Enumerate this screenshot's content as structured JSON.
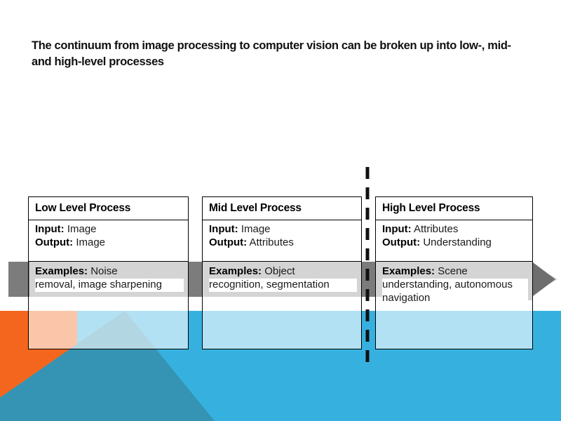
{
  "slide": {
    "title": "The continuum from image processing to computer vision can be broken up into low-, mid- and high-level processes"
  },
  "colors": {
    "orange": "#F4661E",
    "blue": "#36B1DF",
    "teal": "#3594B3",
    "arrow_light": "#D4D4D4",
    "arrow_dark": "#7C7C7C",
    "box_border": "#000000",
    "dashed_line": "#111111"
  },
  "graphics": {
    "arrow_name": "process-flow-arrow",
    "divider_name": "vertical-dashed-divider",
    "background_name": "decorative-background-shapes"
  },
  "boxes": [
    {
      "id": "low",
      "header": "Low Level Process",
      "input_label": "Input:",
      "input_value": "Image",
      "output_label": "Output:",
      "output_value": "Image",
      "examples_label": "Examples:",
      "examples_first": "Noise",
      "examples_rest": "removal, image sharpening"
    },
    {
      "id": "mid",
      "header": "Mid Level Process",
      "input_label": "Input:",
      "input_value": "Image",
      "output_label": "Output:",
      "output_value": "Attributes",
      "examples_label": "Examples:",
      "examples_first": "Object",
      "examples_rest": "recognition, segmentation"
    },
    {
      "id": "high",
      "header": "High Level Process",
      "input_label": "Input:",
      "input_value": "Attributes",
      "output_label": "Output:",
      "output_value": "Understanding",
      "examples_label": "Examples:",
      "examples_first": "Scene",
      "examples_rest": "understanding, autonomous  navigation"
    }
  ]
}
